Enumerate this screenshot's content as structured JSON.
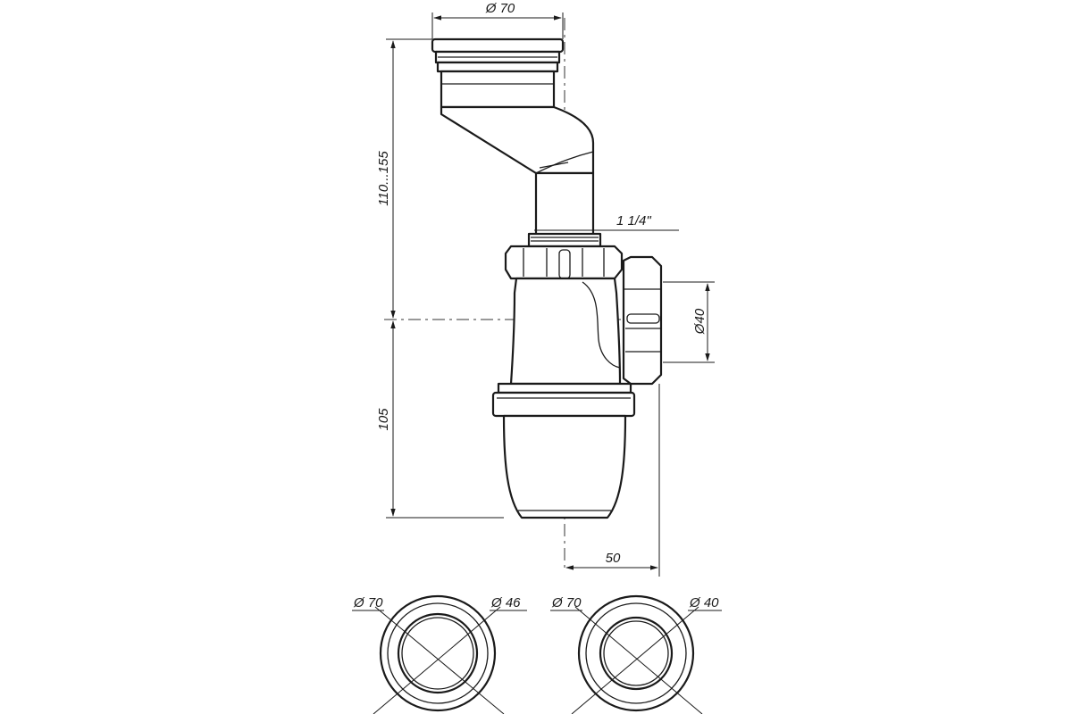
{
  "dimensions": {
    "top_diameter": "Ø 70",
    "upper_height": "110...155",
    "thread_size": "1 1/4\"",
    "outlet_diameter": "Ø40",
    "lower_height": "105",
    "outlet_offset": "50"
  },
  "sections": [
    {
      "outer": "Ø 70",
      "inner": "Ø 46"
    },
    {
      "outer": "Ø 70",
      "inner": "Ø 40"
    }
  ]
}
